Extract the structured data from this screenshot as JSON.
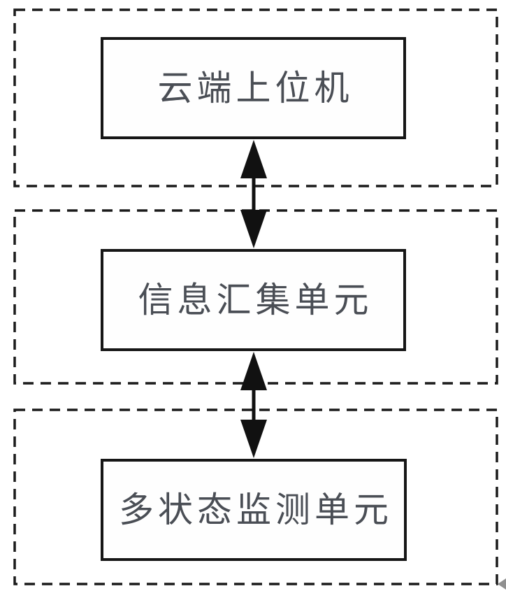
{
  "diagram": {
    "title": "system-architecture-block-diagram",
    "background_color": "#ffffff",
    "line_color": "#1b1b1b",
    "text_color": "#4a4e55",
    "artifact_color": "#909090",
    "blocks": [
      {
        "id": "cloud-host",
        "label": "云端上位机"
      },
      {
        "id": "info-aggregation-unit",
        "label": "信息汇集单元"
      },
      {
        "id": "multi-state-monitoring-unit",
        "label": "多状态监测单元"
      }
    ],
    "containers": [
      {
        "id": "dashed-region-top",
        "contains": "cloud-host"
      },
      {
        "id": "dashed-region-middle",
        "contains": "info-aggregation-unit"
      },
      {
        "id": "dashed-region-bottom",
        "contains": "multi-state-monitoring-unit"
      }
    ],
    "connectors": [
      {
        "from": "cloud-host",
        "to": "info-aggregation-unit",
        "type": "double-headed-arrow"
      },
      {
        "from": "info-aggregation-unit",
        "to": "multi-state-monitoring-unit",
        "type": "double-headed-arrow"
      }
    ]
  }
}
